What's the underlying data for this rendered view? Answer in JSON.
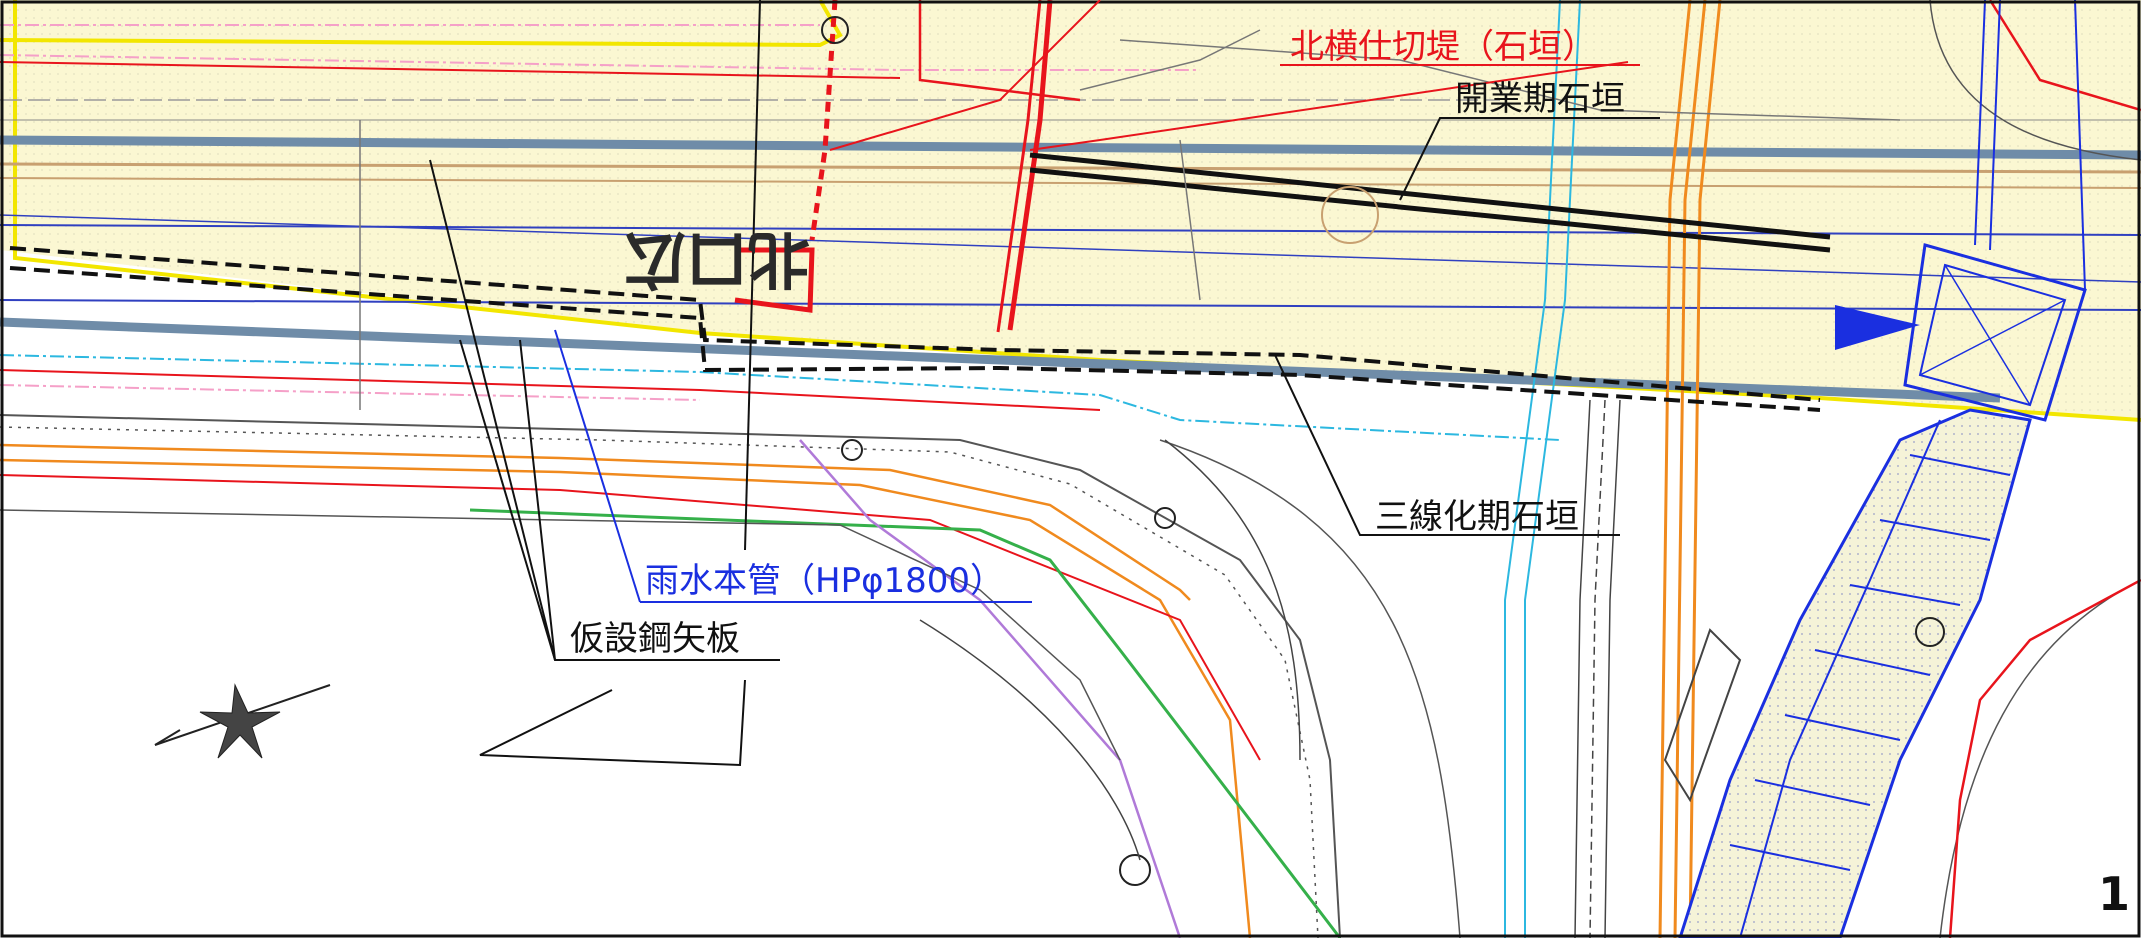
{
  "drawing": {
    "labels": {
      "north_partition_bank": "北横仕切堤（石垣）",
      "opening_stone_wall": "開業期石垣",
      "three_track_stone_wall": "三線化期石垣",
      "storm_sewer": "雨水本管（HPφ1800）",
      "temp_sheet_pile": "仮設鋼矢板"
    },
    "mirrored_text": "北口広",
    "page_number": "1",
    "colors": {
      "fill_yellow": "#fbf7d2",
      "boundary_yellow": "#f2e600",
      "label_red": "#e8141c",
      "label_blue": "#1a2fe0",
      "pipe_steel": "#6f8ca8",
      "orange_utility": "#f08a1e",
      "green_utility": "#35b04a",
      "violet_utility": "#b07ad8",
      "cyan_utility": "#2cb8e0"
    },
    "icons": [
      "north-arrow-icon",
      "flow-direction-icon"
    ]
  }
}
